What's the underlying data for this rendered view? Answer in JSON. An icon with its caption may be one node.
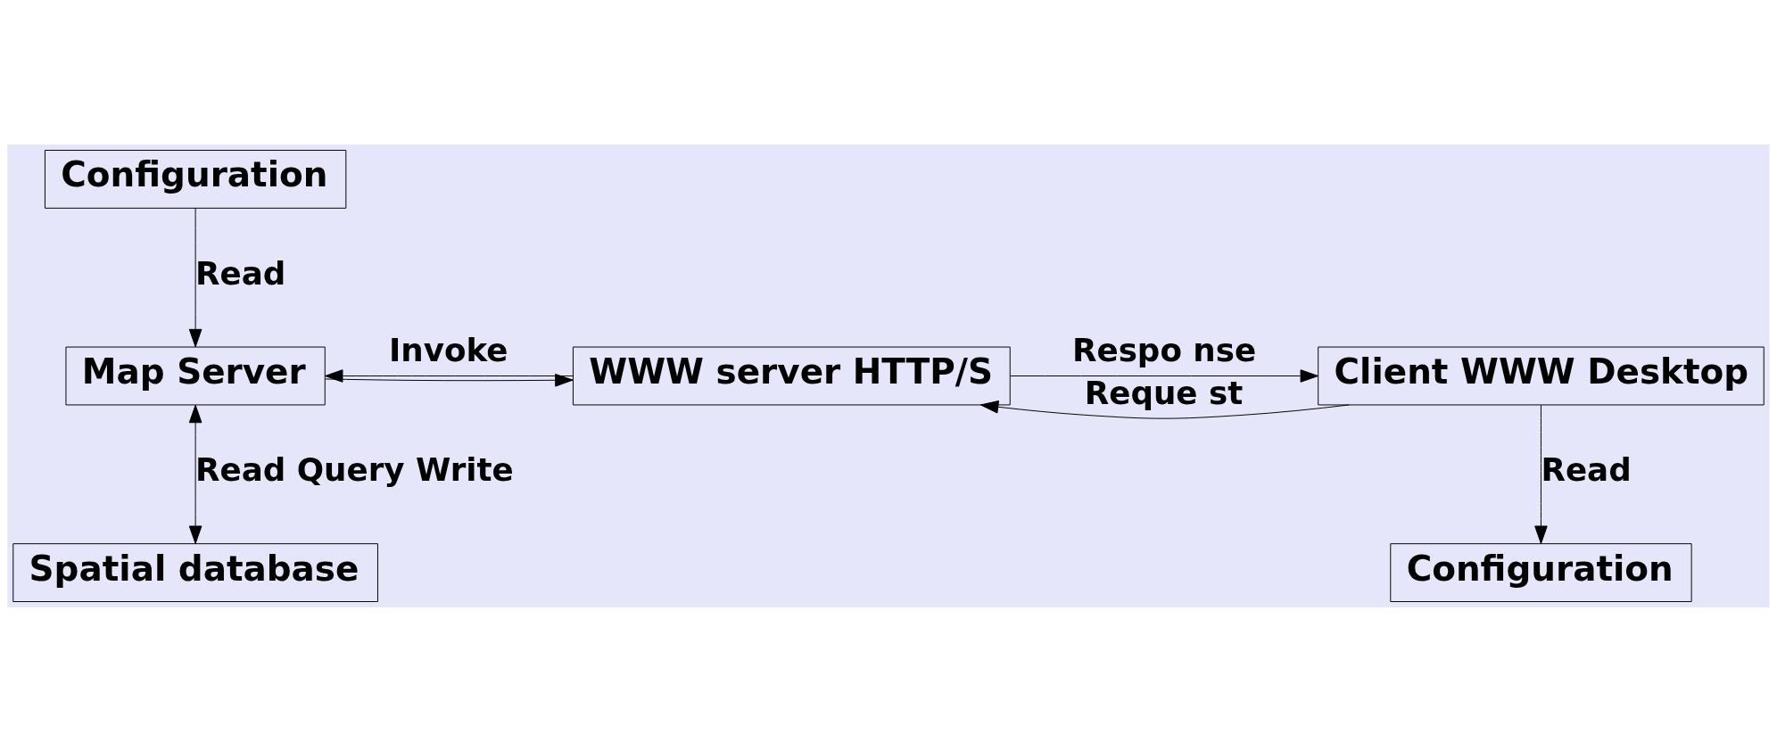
{
  "diagram": {
    "nodes": [
      {
        "text": [
          "Configuration"
        ]
      },
      {
        "text": [
          "Client WWW Desktop"
        ]
      },
      {
        "text": [
          "WWW server HTTP/S"
        ]
      },
      {
        "text": [
          "Map Server"
        ]
      },
      {
        "text": [
          "Configuration"
        ]
      },
      {
        "text": [
          "Spatial database"
        ]
      }
    ],
    "edges": [
      {
        "from": 1,
        "to": 2,
        "arrow": "to",
        "label": "Reque st"
      },
      {
        "from": 2,
        "to": 1,
        "arrow": "to",
        "label": "Respo nse"
      },
      {
        "from": 2,
        "to": 3,
        "arrow": "to",
        "label": "Invoke"
      },
      {
        "from": 3,
        "to": 2,
        "arrow": "to"
      },
      {
        "from": 0,
        "to": 3,
        "arrow": "to",
        "label": "Read"
      },
      {
        "from": 1,
        "to": 4,
        "arrow": "to",
        "label": "Read"
      },
      {
        "from": 3,
        "to": 5,
        "arrow": "both",
        "label": "Read Query Write"
      }
    ]
  }
}
